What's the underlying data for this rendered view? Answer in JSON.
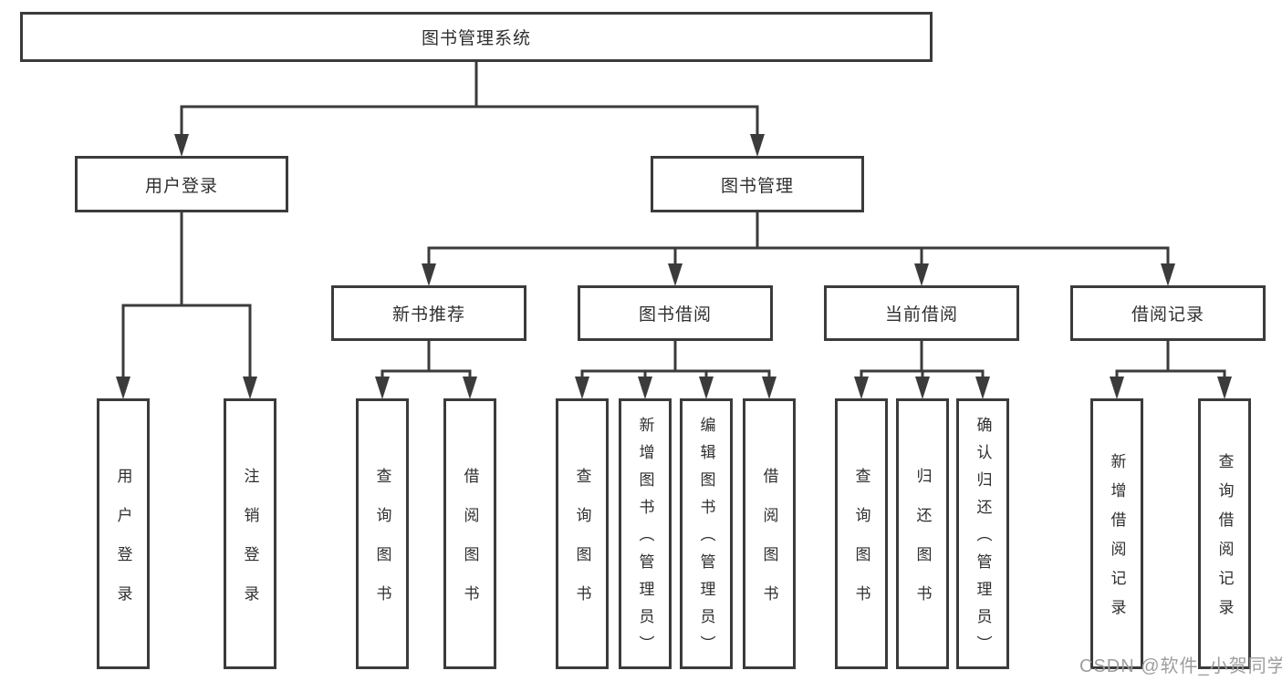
{
  "tree": {
    "root": {
      "label": "图书管理系统"
    },
    "children": [
      {
        "label": "用户登录",
        "children": [
          {
            "label": "用户登录"
          },
          {
            "label": "注销登录"
          }
        ]
      },
      {
        "label": "图书管理",
        "children": [
          {
            "label": "新书推荐",
            "children": [
              {
                "label": "查询图书"
              },
              {
                "label": "借阅图书"
              }
            ]
          },
          {
            "label": "图书借阅",
            "children": [
              {
                "label": "查询图书"
              },
              {
                "label": "新增图书（管理员）"
              },
              {
                "label": "编辑图书（管理员）"
              },
              {
                "label": "借阅图书"
              }
            ]
          },
          {
            "label": "当前借阅",
            "children": [
              {
                "label": "查询图书"
              },
              {
                "label": "归还图书"
              },
              {
                "label": "确认归还（管理员）"
              }
            ]
          },
          {
            "label": "借阅记录",
            "children": [
              {
                "label": "新增借阅记录"
              },
              {
                "label": "查询借阅记录"
              }
            ]
          }
        ]
      }
    ]
  },
  "watermark": {
    "text": "CSDN @软件_小贺同学"
  },
  "colors": {
    "line": "#3b3b3b",
    "box_border": "#3b3b3b",
    "text": "#2f2f2f",
    "watermark": "#9e9e9e",
    "background": "#ffffff"
  }
}
